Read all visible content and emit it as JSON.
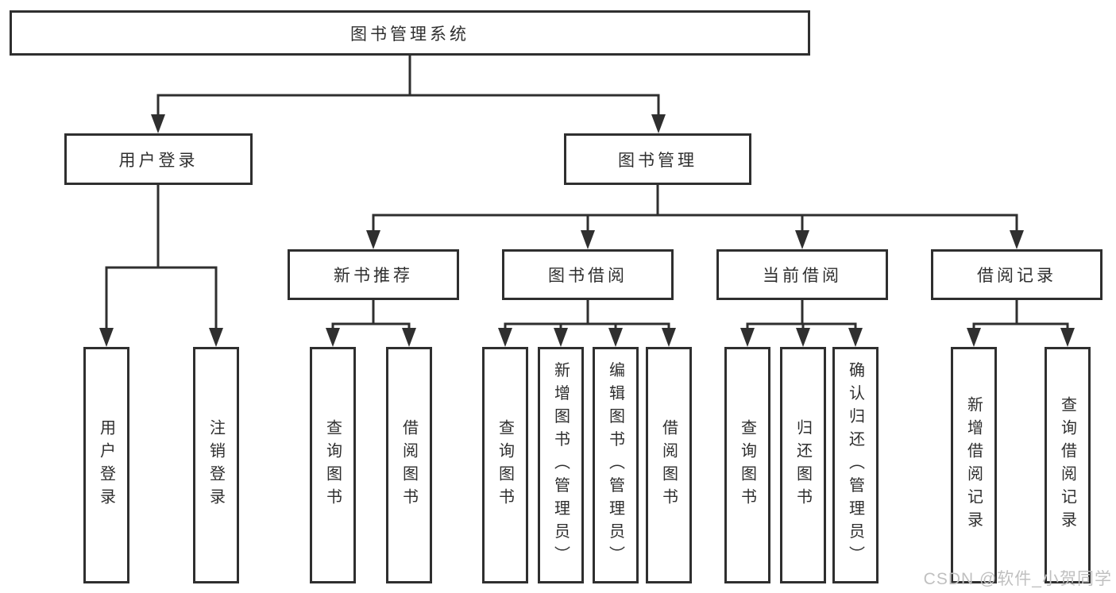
{
  "diagram": {
    "root": {
      "label": "图书管理系统",
      "children": [
        {
          "label": "用户登录",
          "children": [
            {
              "label": "用户登录"
            },
            {
              "label": "注销登录"
            }
          ]
        },
        {
          "label": "图书管理",
          "children": [
            {
              "label": "新书推荐",
              "children": [
                {
                  "label": "查询图书"
                },
                {
                  "label": "借阅图书"
                }
              ]
            },
            {
              "label": "图书借阅",
              "children": [
                {
                  "label": "查询图书"
                },
                {
                  "label": "新增图书（管理员）"
                },
                {
                  "label": "编辑图书（管理员）"
                },
                {
                  "label": "借阅图书"
                }
              ]
            },
            {
              "label": "当前借阅",
              "children": [
                {
                  "label": "查询图书"
                },
                {
                  "label": "归还图书"
                },
                {
                  "label": "确认归还（管理员）"
                }
              ]
            },
            {
              "label": "借阅记录",
              "children": [
                {
                  "label": "新增借阅记录"
                },
                {
                  "label": "查询借阅记录"
                }
              ]
            }
          ]
        }
      ]
    }
  },
  "watermark": {
    "text": "CSDN @软件_小贺同学"
  },
  "colors": {
    "line": "#2f2f2f",
    "box_border": "#2f2f2f",
    "box_background": "#ffffff",
    "text": "#2f2f2f",
    "watermark": "#c0c0c0"
  }
}
